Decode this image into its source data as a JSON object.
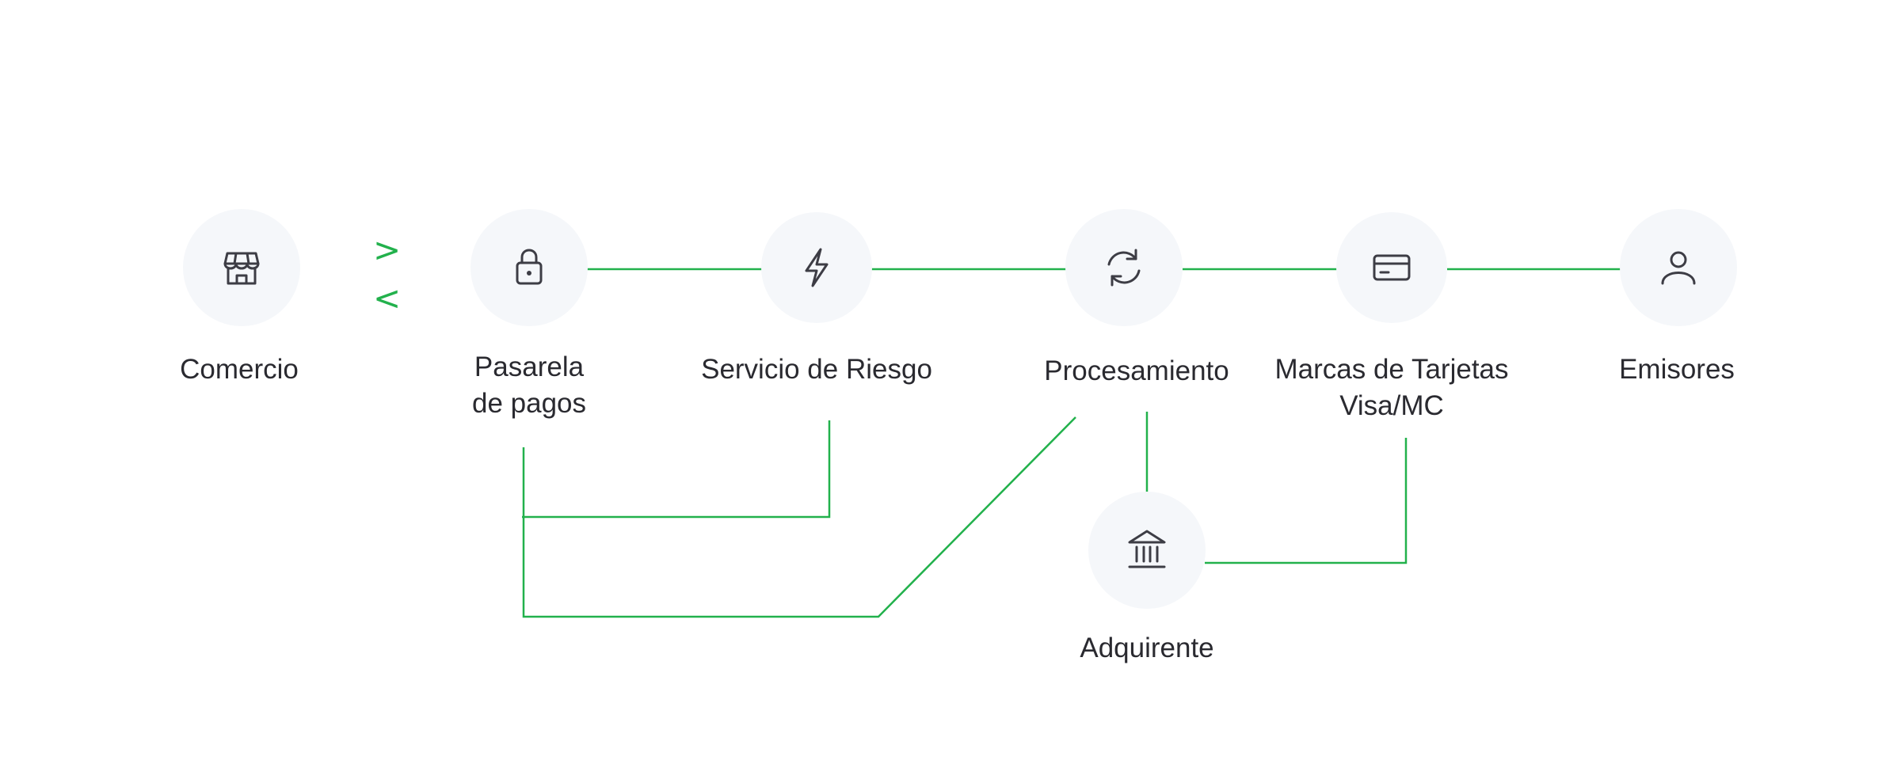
{
  "colors": {
    "connector": "#22b14c",
    "node_background": "#f5f7fa",
    "icon": "#3d3d45",
    "text": "#2a2a30"
  },
  "flow_arrows": {
    "forward": ">",
    "back": "<"
  },
  "nodes": [
    {
      "id": "comercio",
      "icon": "storefront-icon",
      "lines": [
        "Comercio"
      ]
    },
    {
      "id": "pasarela",
      "icon": "lock-icon",
      "lines": [
        "Pasarela",
        "de pagos"
      ]
    },
    {
      "id": "riesgo",
      "icon": "lightning-icon",
      "lines": [
        "Servicio de Riesgo"
      ]
    },
    {
      "id": "procesamiento",
      "icon": "refresh-icon",
      "lines": [
        "Procesamiento"
      ]
    },
    {
      "id": "marcas",
      "icon": "credit-card-icon",
      "lines": [
        "Marcas de Tarjetas",
        "Visa/MC"
      ]
    },
    {
      "id": "emisores",
      "icon": "user-icon",
      "lines": [
        "Emisores"
      ]
    },
    {
      "id": "adquirente",
      "icon": "bank-icon",
      "lines": [
        "Adquirente"
      ]
    }
  ]
}
